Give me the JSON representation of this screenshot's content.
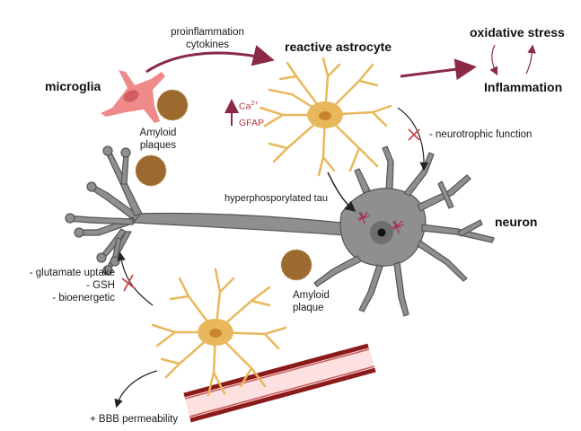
{
  "labels": {
    "microglia": "microglia",
    "proinflammation_line1": "proinflammation",
    "proinflammation_line2": "cytokines",
    "reactive_astrocyte": "reactive astrocyte",
    "oxidative_stress": "oxidative stress",
    "inflammation": "Inflammation",
    "amyloid_plaques_line1": "Amyloid",
    "amyloid_plaques_line2": "plaques",
    "ca_label": "Ca",
    "ca_superscript": "2+",
    "gfap_label": "GFAP",
    "neurotrophic": "- neurotrophic function",
    "hyper_tau": "hyperphosporylated tau",
    "neuron": "neuron",
    "glutamate": "- glutamate uptake",
    "gsh": "- GSH",
    "bioenergetic": "- bioenergetic",
    "amyloid_plaque_line1": "Amyloid",
    "amyloid_plaque_line2": "plaque",
    "bbb": "+ BBB permeability"
  },
  "colors": {
    "arrow_maroon": "#8a2a45",
    "astrocyte": "#e9b85c",
    "astrocyte_nucleus": "#c9852a",
    "microglia": "#ef8a8a",
    "neuron": "#8f8f8f",
    "neuron_outline": "#555555",
    "plaque": "#9a6a2e",
    "tau": "#a8264f",
    "vessel_wall": "#8b1a1a",
    "vessel_lumen": "#fde0e0",
    "inhibit_x": "#c9464e"
  }
}
